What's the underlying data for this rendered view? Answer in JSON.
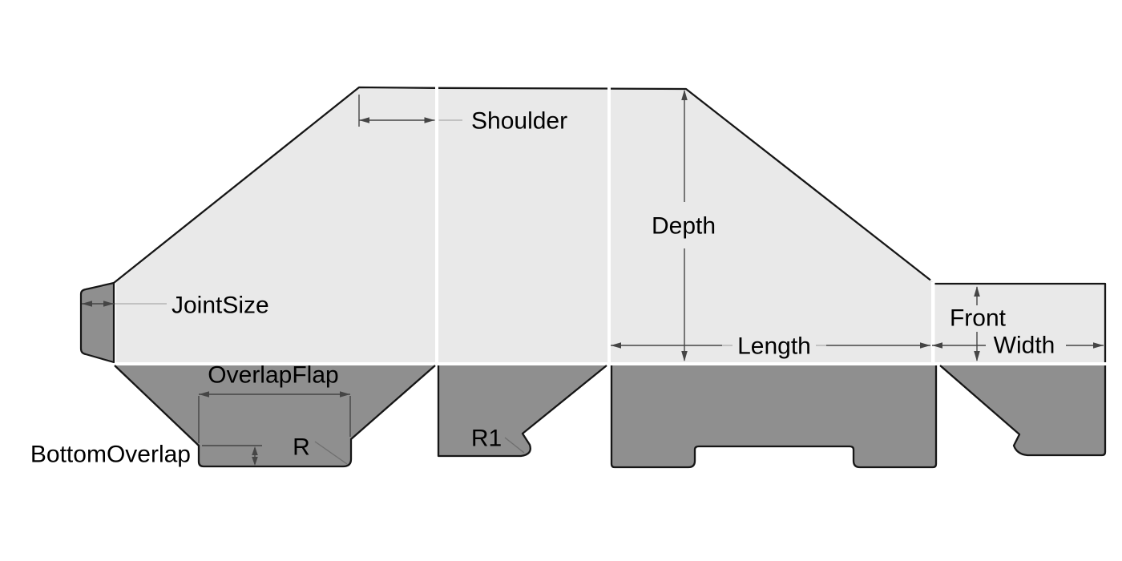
{
  "diagram": {
    "type": "box-dieline-drawing",
    "labels": {
      "shoulder": "Shoulder",
      "depth": "Depth",
      "joint_size": "JointSize",
      "overlap_flap": "OverlapFlap",
      "bottom_overlap": "BottomOverlap",
      "radius_r": "R",
      "radius_r1": "R1",
      "length": "Length",
      "front": "Front",
      "width": "Width"
    },
    "colors": {
      "background": "#ffffff",
      "panel_fill": "#e9e9e9",
      "flap_fill": "#8f8f8f",
      "outline": "#161616",
      "dimension": "#454545",
      "leader": "#aaaaaa",
      "callout_leader": "#6f6f6f",
      "text": "#000000",
      "separator": "#ffffff"
    }
  }
}
